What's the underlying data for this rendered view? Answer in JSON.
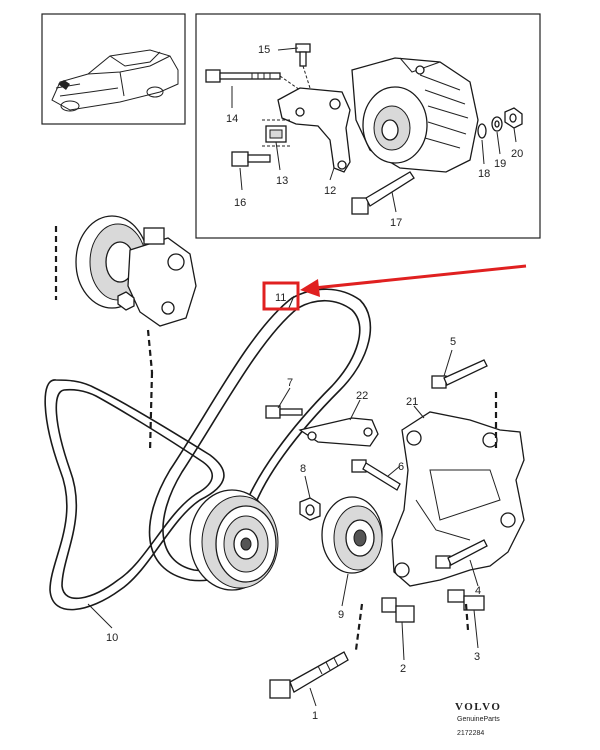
{
  "labels": {
    "p1": "1",
    "p2": "2",
    "p3": "3",
    "p4": "4",
    "p5": "5",
    "p6": "6",
    "p7": "7",
    "p8": "8",
    "p9": "9",
    "p10": "10",
    "p11": "11",
    "p12": "12",
    "p13": "13",
    "p14": "14",
    "p15": "15",
    "p16": "16",
    "p17": "17",
    "p18": "18",
    "p19": "19",
    "p20": "20",
    "p21": "21",
    "p22": "22"
  },
  "brand": {
    "name": "VOLVO",
    "tagline": "GenuineParts",
    "code": "2172284"
  },
  "colors": {
    "highlight": "#e02020",
    "ink": "#1a1a1a"
  }
}
